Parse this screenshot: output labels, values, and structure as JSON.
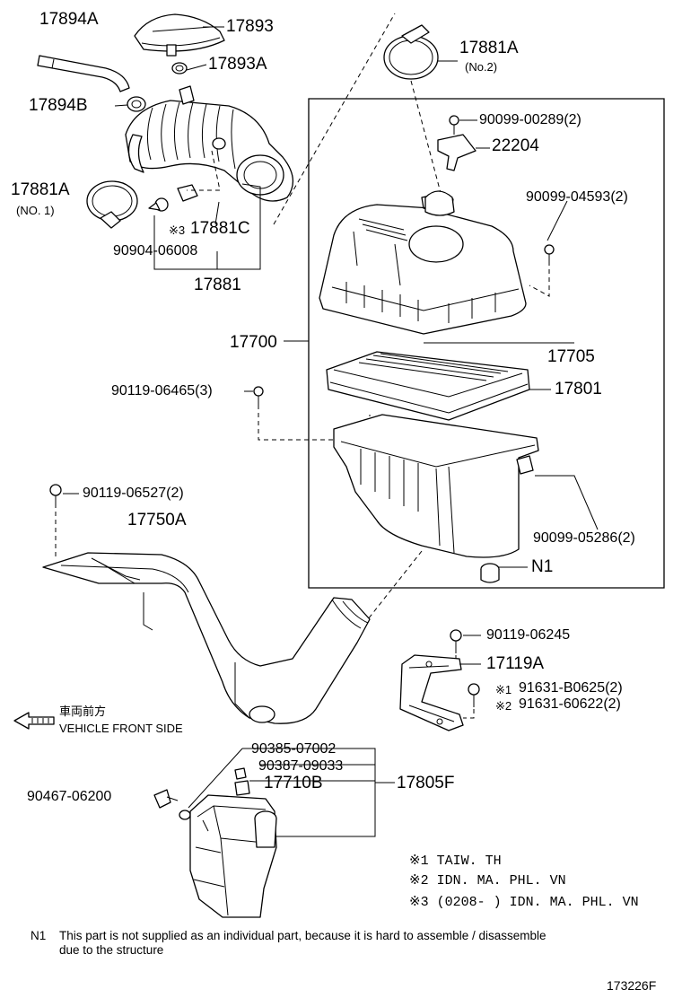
{
  "labels": {
    "p17894A": "17894A",
    "p17893": "17893",
    "p17893A": "17893A",
    "p17894B": "17894B",
    "p17881A_1": "17881A",
    "p17881A_1_sub": "(NO. 1)",
    "p17881C": "17881C",
    "p17881C_mark": "※3",
    "p90904_06008": "90904-06008",
    "p17881": "17881",
    "p17881A_2": "17881A",
    "p17881A_2_sub": "(No.2)",
    "p90099_00289": "90099-00289(2)",
    "p22204": "22204",
    "p90099_04593": "90099-04593(2)",
    "p17700": "17700",
    "p17705": "17705",
    "p90119_06465": "90119-06465(3)",
    "p17801": "17801",
    "p90119_06527": "90119-06527(2)",
    "p17750A": "17750A",
    "p90099_05286": "90099-05286(2)",
    "pN1": "N1",
    "p90119_06245": "90119-06245",
    "p17119A": "17119A",
    "p91631_B0625": "91631-B0625(2)",
    "p91631_60622": "91631-60622(2)",
    "mark1": "※1",
    "mark2": "※2",
    "front_jp": "車両前方",
    "front_en": "VEHICLE FRONT SIDE",
    "p90385_07002": "90385-07002",
    "p90387_09033": "90387-09033",
    "p90467_06200": "90467-06200",
    "p17710B": "17710B",
    "p17805F": "17805F"
  },
  "notes": {
    "n1": "※1  TAIW. TH",
    "n2": "※2  IDN. MA. PHL. VN",
    "n3": "※3 (0208-        ) IDN. MA. PHL. VN"
  },
  "footnote": {
    "tag": "N1",
    "line1": "This part is not supplied as an individual part, because it is hard to assemble / disassemble",
    "line2": "due to the structure"
  },
  "figure_code": "173226F"
}
